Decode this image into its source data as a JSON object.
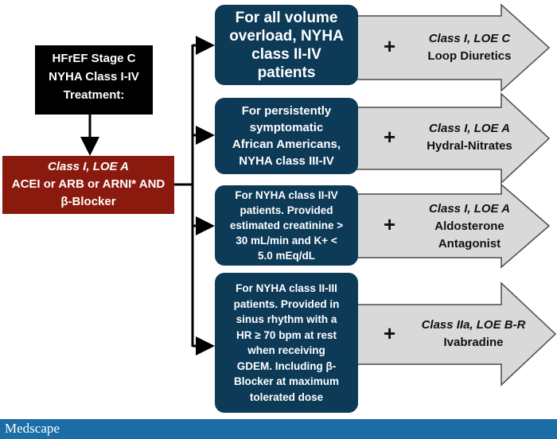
{
  "start": {
    "lines": [
      "HFrEF Stage C",
      "NYHA Class I-IV",
      "Treatment:"
    ]
  },
  "treatment": {
    "class_line": "Class I, LOE A",
    "line2": "ACEI or ARB or ARNI* AND",
    "line3": "β-Blocker"
  },
  "rows": [
    {
      "condition": [
        "For all volume",
        "overload, NYHA",
        "class II-IV",
        "patients"
      ],
      "plus": "+",
      "class": "Class I, LOE C",
      "drug": [
        "Loop Diuretics"
      ]
    },
    {
      "condition": [
        "For persistently",
        "symptomatic",
        "African Americans,",
        "NYHA class III-IV"
      ],
      "plus": "+",
      "class": "Class I, LOE A",
      "drug": [
        "Hydral-Nitrates"
      ]
    },
    {
      "condition": [
        "For NYHA class II-IV",
        "patients. Provided",
        "estimated creatinine >",
        "30 mL/min and K+ <",
        "5.0 mEq/dL"
      ],
      "plus": "+",
      "class": "Class I, LOE A",
      "drug": [
        "Aldosterone",
        "Antagonist"
      ]
    },
    {
      "condition": [
        "For NYHA class II-III",
        "patients. Provided in",
        "sinus rhythm with a",
        "HR ≥ 70 bpm at rest",
        "when receiving",
        "GDEM. Including  β-",
        "Blocker at maximum",
        "tolerated dose"
      ],
      "plus": "+",
      "class": "Class IIa, LOE B-R",
      "drug": [
        "Ivabradine"
      ]
    }
  ],
  "footer": {
    "logo": "Medscape"
  },
  "colors": {
    "condition_fill": "#0c3a57",
    "treatment_fill": "#8b1a0e",
    "arrow_fill": "#d9d9d9",
    "footer_fill": "#1a6da6"
  }
}
